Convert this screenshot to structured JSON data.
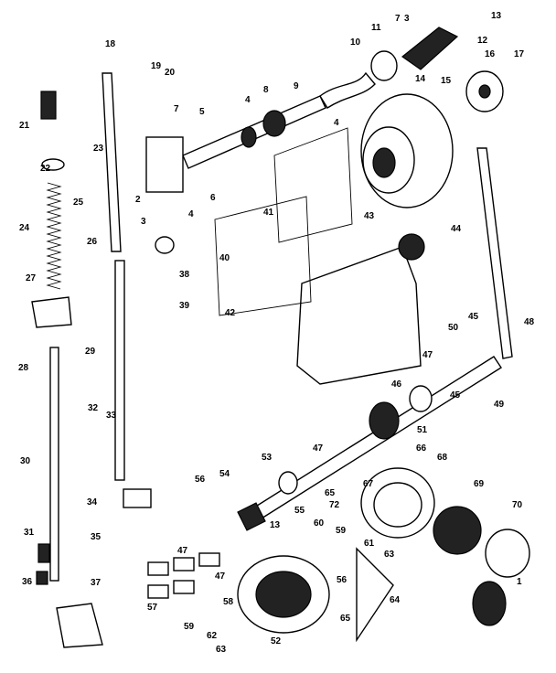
{
  "callouts": {
    "c1": "1",
    "c2": "2",
    "c3": "3",
    "c3b": "3",
    "c4a": "4",
    "c4b": "4",
    "c4c": "4",
    "c5": "5",
    "c6": "6",
    "c7": "7",
    "c8": "8",
    "c9": "9",
    "c10": "10",
    "c11": "11",
    "c12": "12",
    "c13": "13",
    "c13b": "13",
    "c14": "14",
    "c15": "15",
    "c16": "16",
    "c17": "17",
    "c18": "18",
    "c19": "19",
    "c20": "20",
    "c21": "21",
    "c22": "22",
    "c23": "23",
    "c24": "24",
    "c25": "25",
    "c26": "26",
    "c27": "27",
    "c28": "28",
    "c29": "29",
    "c30": "30",
    "c31": "31",
    "c32": "32",
    "c33": "33",
    "c34": "34",
    "c35": "35",
    "c36": "36",
    "c37": "37",
    "c38": "38",
    "c39": "39",
    "c40": "40",
    "c41": "41",
    "c42": "42",
    "c43": "43",
    "c44": "44",
    "c45a": "45",
    "c45b": "45",
    "c46": "46",
    "c47a": "47",
    "c47b": "47",
    "c47c": "47",
    "c47d": "47",
    "c48": "48",
    "c49": "49",
    "c50": "50",
    "c51": "51",
    "c52": "52",
    "c53": "53",
    "c54": "54",
    "c55": "55",
    "c56a": "56",
    "c56b": "56",
    "c57": "57",
    "c58": "58",
    "c59a": "59",
    "c59b": "59",
    "c60": "60",
    "c61": "61",
    "c62": "62",
    "c63a": "63",
    "c63b": "63",
    "c64": "64",
    "c65a": "65",
    "c65b": "65",
    "c66": "66",
    "c67": "67",
    "c68": "68",
    "c69": "69",
    "c70": "70",
    "c72": "72"
  }
}
